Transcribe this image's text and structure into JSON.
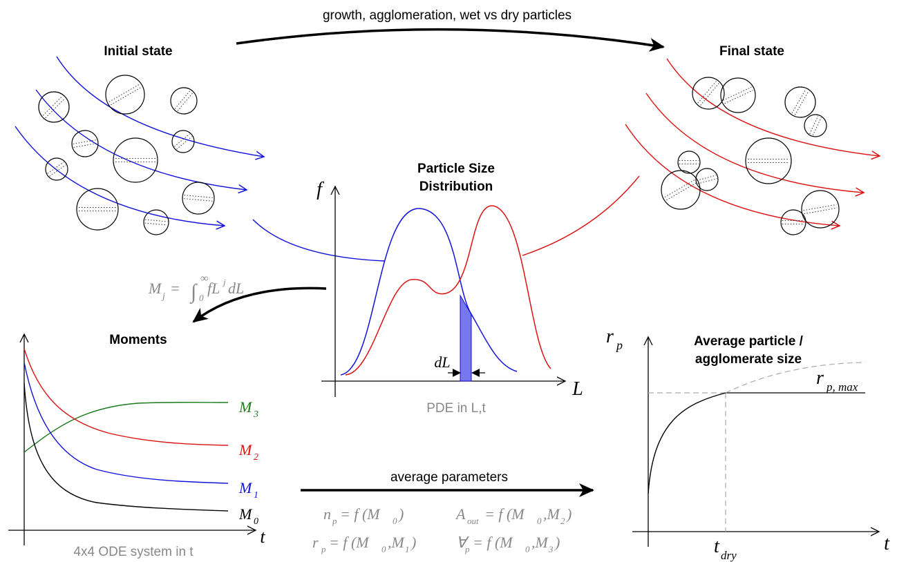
{
  "top_arrow_label": "growth, agglomeration, wet vs dry particles",
  "initial_state": {
    "title": "Initial state"
  },
  "final_state": {
    "title": "Final state"
  },
  "psd": {
    "title_line1": "Particle Size",
    "title_line2": "Distribution",
    "f_axis": "f",
    "l_axis": "L",
    "dL_label": "dL",
    "caption": "PDE in L,t"
  },
  "moments_formula": {
    "lhs": "M",
    "lhs_sub": "j",
    "eq": " = ",
    "integral": "∫",
    "upper": "∞",
    "lower": "0",
    "body": "fL",
    "body_sup": "j",
    "tail": "dL"
  },
  "moments": {
    "title": "Moments",
    "t_axis": "t",
    "caption": "4x4 ODE system in t",
    "labels": [
      {
        "main": "M",
        "sub": "3",
        "color": "#1a7a1a"
      },
      {
        "main": "M",
        "sub": "2",
        "color": "#dd1111"
      },
      {
        "main": "M",
        "sub": "1",
        "color": "#1111dd"
      },
      {
        "main": "M",
        "sub": "0",
        "color": "#000000"
      }
    ]
  },
  "average": {
    "label": "average parameters",
    "equations": [
      {
        "lhs": "n",
        "sub": "p",
        "rhs": " = f (M",
        "args": "0",
        "end": ")"
      },
      {
        "lhs": "A",
        "sub": "out",
        "rhs": " = f (M",
        "args": "0",
        "mid": ",M",
        "args2": "2",
        "end": ")"
      },
      {
        "lhs": "r",
        "sub": "p",
        "rhs": " = f (M",
        "args": "0",
        "mid": ",M",
        "args2": "1",
        "end": ")"
      },
      {
        "lhs": "∀",
        "sub": "p",
        "rhs": " = f (M",
        "args": "0",
        "mid": ",M",
        "args2": "3",
        "end": ")"
      }
    ]
  },
  "size_plot": {
    "title_line1": "Average particle /",
    "title_line2": "agglomerate size",
    "r_axis": "r",
    "r_sub": "p",
    "rmax": "r",
    "rmax_sub": "p, max",
    "t_axis": "t",
    "tdry": "t",
    "tdry_sub": "dry"
  },
  "colors": {
    "initial": "#1111dd",
    "final": "#dd1111",
    "axis": "#000000",
    "caption": "#888888",
    "band": "#7777ee",
    "moment3": "#1a7a1a"
  }
}
